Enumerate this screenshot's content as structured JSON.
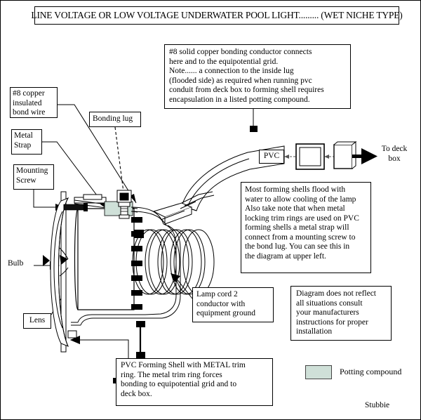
{
  "document": {
    "title": "LINE VOLTAGE OR LOW VOLTAGE UNDERWATER POOL LIGHT......... (WET NICHE TYPE)",
    "signature": "Stubbie"
  },
  "notes": {
    "bonding_conductor": "#8 solid copper bonding conductor connects here and to the equipotential grid. Note...... a connection to the inside lug (flooded side) as required when running pvc conduit from deck box to forming shell requires encapsulation in a listed potting compound.",
    "bonding_conductor_lines": [
      "#8 solid copper bonding conductor connects",
      "here and to the equipotential grid.",
      "Note...... a connection to the inside lug",
      "(flooded side) as required when running pvc",
      "conduit from deck box to forming shell requires",
      "encapsulation in a listed potting compound."
    ],
    "forming_shells": "Most forming shells flood with water to allow cooling of the lamp Also take note that when metal locking trim rings are used on PVC forming shells a metal strap will connect from a mounting screw to the bond lug. You can see this in the diagram at upper left.",
    "forming_shells_lines": [
      "Most forming shells flood with",
      "water to allow cooling of the lamp",
      "Also take note that when metal",
      "locking trim rings are used on PVC",
      "forming shells a metal strap will",
      "connect from a mounting screw to",
      "the bond lug. You can see this in",
      "the diagram at upper left."
    ],
    "disclaimer": "Diagram does not reflect all situations consult your manufacturers instructions for proper installation",
    "disclaimer_lines": [
      "Diagram does not reflect",
      "all situations consult",
      "your manufacturers",
      "instructions for proper",
      "installation"
    ],
    "pvc_forming_shell": "PVC Forming Shell with METAL trim ring. The metal trim ring forces bonding to equipotential grid and to deck box.",
    "pvc_forming_shell_lines": [
      "PVC Forming Shell with METAL trim",
      "ring. The metal trim ring forces",
      "bonding to equipotential grid and to",
      "deck box."
    ]
  },
  "callouts": {
    "bond_wire": "#8 copper insulated bond wire",
    "bond_wire_lines": [
      "#8 copper",
      "insulated",
      "bond wire"
    ],
    "bonding_lug": "Bonding lug",
    "metal_strap": "Metal Strap",
    "metal_strap_lines": [
      "Metal",
      "Strap"
    ],
    "mounting_screw": "Mounting Screw",
    "mounting_screw_lines": [
      "Mounting",
      "Screw"
    ],
    "pvc": "PVC",
    "to_deck_box": "To deck box",
    "to_deck_box_lines": [
      "To deck",
      "box"
    ],
    "bulb": "Bulb",
    "lens": "Lens",
    "lamp_cord": "Lamp cord 2 conductor with equipment ground",
    "lamp_cord_lines": [
      "Lamp cord 2",
      "conductor with",
      "equipment ground"
    ]
  },
  "legend": {
    "potting_compound_label": "Potting compound",
    "potting_compound_color": "#cfe0d8"
  },
  "colors": {
    "line": "#000000",
    "background": "#ffffff",
    "potting_compound": "#cfe0d8",
    "metal_fill": "#1a1a1a"
  }
}
